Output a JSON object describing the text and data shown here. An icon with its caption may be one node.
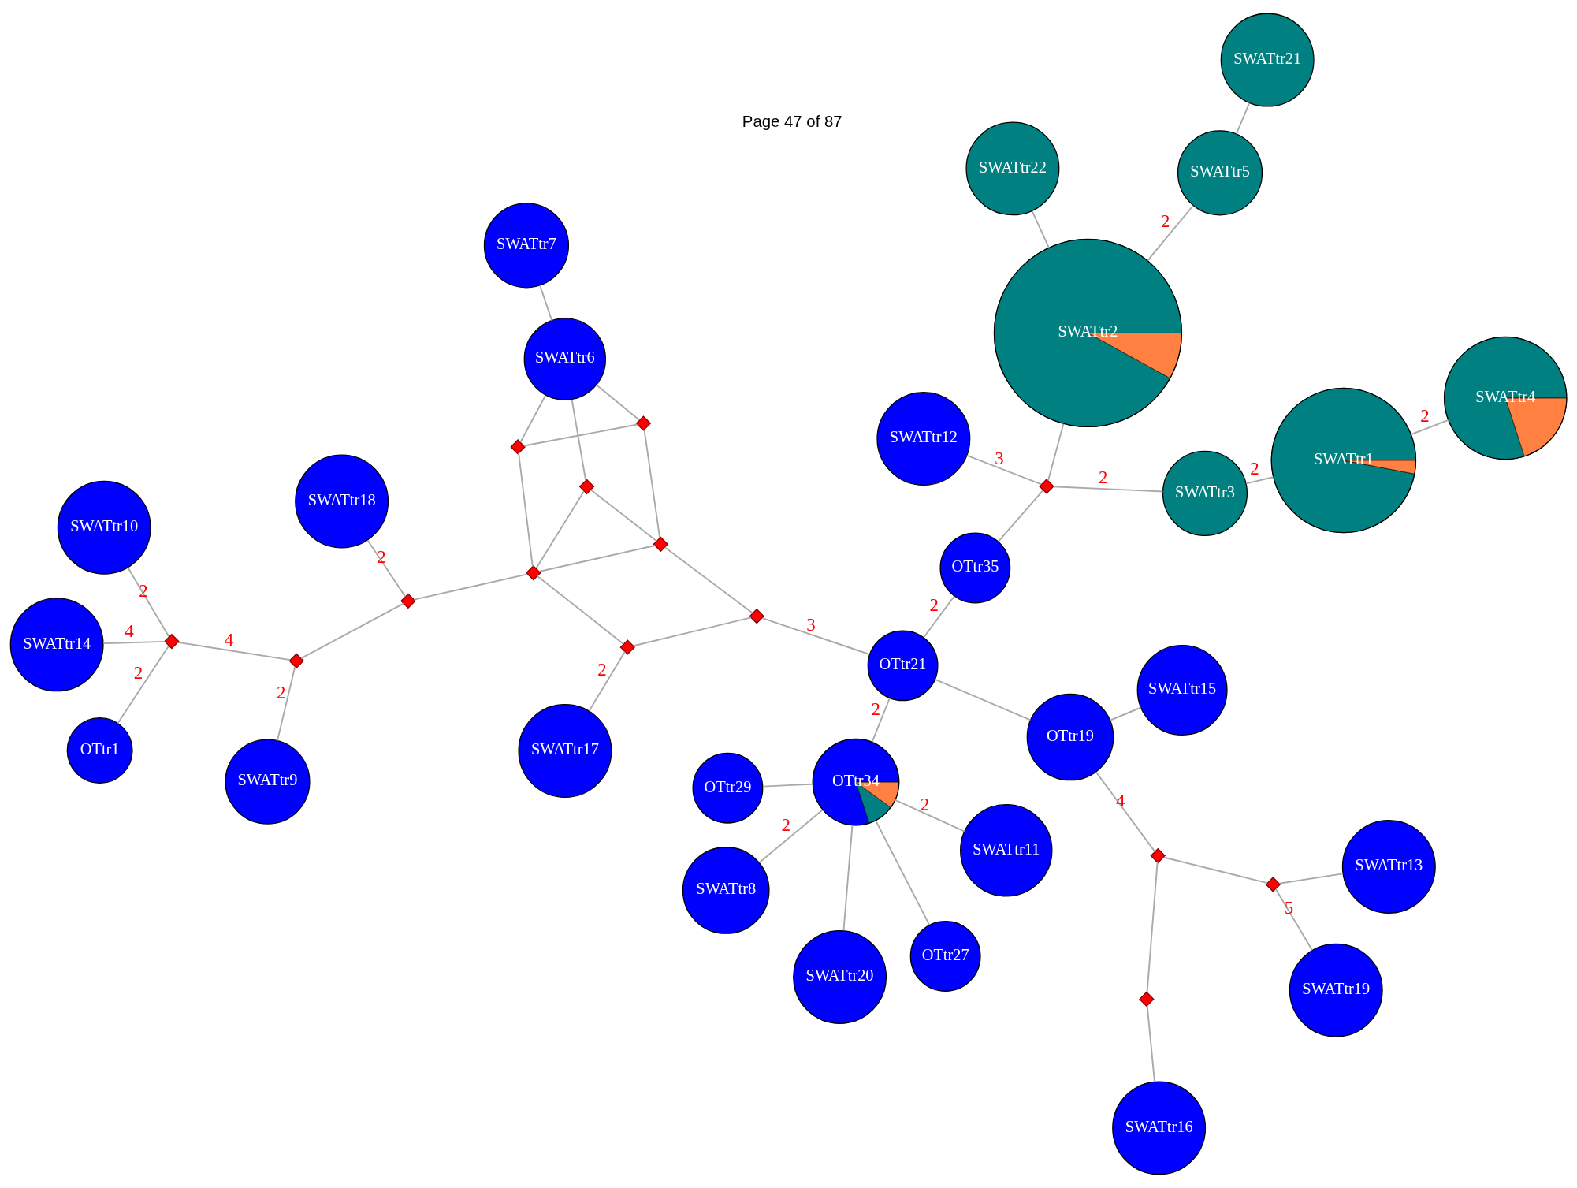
{
  "diagram": {
    "nodes": [
      {
        "text": [
          "SWATtr20"
        ]
      },
      {
        "text": [
          "SWATtr11"
        ]
      },
      {
        "text": [
          "OTtr34"
        ]
      },
      {
        "text": [
          "OTtr29"
        ]
      },
      {
        "text": [
          "SWATtr18"
        ]
      },
      {
        "text": [
          "SWATtr8"
        ]
      },
      {
        "text": [
          "SWATtr17"
        ]
      },
      {
        "text": [
          "SWATtr9"
        ]
      },
      {
        "text": [
          "OTtr27"
        ]
      },
      {
        "text": [
          "OTtr21"
        ]
      },
      {
        "text": [
          "SWATtr15"
        ]
      },
      {
        "text": [
          "SWATtr14"
        ]
      },
      {
        "text": [
          "OTtr19"
        ]
      },
      {
        "text": [
          "OTtr35"
        ]
      },
      {
        "text": [
          "SWATtr6"
        ]
      },
      {
        "text": [
          "OTtr1"
        ]
      },
      {
        "text": [
          "SWATtr19"
        ]
      },
      {
        "text": [
          "SWATtr7"
        ]
      },
      {
        "text": [
          "SWATtr10"
        ]
      },
      {
        "text": [
          "SWATtr2"
        ]
      },
      {
        "text": [
          "SWATtr22"
        ]
      },
      {
        "text": [
          "SWATtr12"
        ]
      },
      {
        "text": [
          "SWATtr3"
        ]
      },
      {
        "text": [
          "SWATtr13"
        ]
      },
      {
        "text": [
          "SWATtr5"
        ]
      },
      {
        "text": [
          "SWATtr16"
        ]
      },
      {
        "text": [
          "SWATtr1"
        ]
      },
      {
        "text": [
          "SWATtr21"
        ]
      },
      {
        "text": [
          "SWATtr4"
        ]
      },
      {
        "text": [],
        "shape": "diamond"
      },
      {
        "text": [],
        "shape": "diamond"
      },
      {
        "text": [],
        "shape": "diamond"
      },
      {
        "text": [],
        "shape": "diamond"
      },
      {
        "text": [],
        "shape": "diamond"
      },
      {
        "text": [],
        "shape": "diamond"
      },
      {
        "text": [],
        "shape": "diamond"
      },
      {
        "text": [],
        "shape": "diamond"
      },
      {
        "text": [],
        "shape": "diamond"
      },
      {
        "text": [],
        "shape": "diamond"
      },
      {
        "text": [],
        "shape": "diamond"
      },
      {
        "text": [],
        "shape": "diamond"
      },
      {
        "text": [],
        "shape": "diamond"
      },
      {
        "text": [],
        "shape": "diamond"
      }
    ],
    "edges": [
      {
        "from": 0,
        "to": 2,
        "arrow": "none"
      },
      {
        "from": 2,
        "to": 1,
        "arrow": "none",
        "label": "2"
      },
      {
        "from": 2,
        "to": 5,
        "arrow": "none",
        "label": "2"
      },
      {
        "from": 2,
        "to": 3,
        "arrow": "none"
      },
      {
        "from": 2,
        "to": 8,
        "arrow": "none"
      },
      {
        "from": 2,
        "to": 9,
        "arrow": "none",
        "label": "2"
      },
      {
        "from": 9,
        "to": 12,
        "arrow": "none"
      },
      {
        "from": 9,
        "to": 32,
        "arrow": "none",
        "label": "3"
      },
      {
        "from": 9,
        "to": 13,
        "arrow": "none",
        "label": "2"
      },
      {
        "from": 10,
        "to": 12,
        "arrow": "none"
      },
      {
        "from": 12,
        "to": 39,
        "arrow": "none",
        "label": "4"
      },
      {
        "from": 32,
        "to": 29,
        "arrow": "none"
      },
      {
        "from": 32,
        "to": 31,
        "arrow": "none"
      },
      {
        "from": 29,
        "to": 6,
        "arrow": "none",
        "label": "2"
      },
      {
        "from": 29,
        "to": 33,
        "arrow": "none"
      },
      {
        "from": 31,
        "to": 33,
        "arrow": "none"
      },
      {
        "from": 31,
        "to": 37,
        "arrow": "none"
      },
      {
        "from": 31,
        "to": 36,
        "arrow": "none"
      },
      {
        "from": 33,
        "to": 35,
        "arrow": "none"
      },
      {
        "from": 37,
        "to": 33,
        "arrow": "none"
      },
      {
        "from": 33,
        "to": 30,
        "arrow": "none"
      },
      {
        "from": 37,
        "to": 14,
        "arrow": "none"
      },
      {
        "from": 36,
        "to": 35,
        "arrow": "none"
      },
      {
        "from": 36,
        "to": 14,
        "arrow": "none"
      },
      {
        "from": 35,
        "to": 14,
        "arrow": "none"
      },
      {
        "from": 30,
        "to": 4,
        "arrow": "none",
        "label": "2"
      },
      {
        "from": 30,
        "to": 34,
        "arrow": "none"
      },
      {
        "from": 34,
        "to": 7,
        "arrow": "none",
        "label": "2"
      },
      {
        "from": 34,
        "to": 38,
        "arrow": "none",
        "label": "4"
      },
      {
        "from": 38,
        "to": 11,
        "arrow": "none",
        "label": "4"
      },
      {
        "from": 38,
        "to": 15,
        "arrow": "none",
        "label": "2"
      },
      {
        "from": 38,
        "to": 18,
        "arrow": "none",
        "label": "2"
      },
      {
        "from": 14,
        "to": 17,
        "arrow": "none"
      },
      {
        "from": 13,
        "to": 40,
        "arrow": "none"
      },
      {
        "from": 40,
        "to": 19,
        "arrow": "none"
      },
      {
        "from": 40,
        "to": 21,
        "arrow": "none",
        "label": "3"
      },
      {
        "from": 40,
        "to": 22,
        "arrow": "none",
        "label": "2"
      },
      {
        "from": 19,
        "to": 20,
        "arrow": "none"
      },
      {
        "from": 19,
        "to": 24,
        "arrow": "none",
        "label": "2"
      },
      {
        "from": 24,
        "to": 27,
        "arrow": "none"
      },
      {
        "from": 22,
        "to": 26,
        "arrow": "none",
        "label": "2"
      },
      {
        "from": 26,
        "to": 28,
        "arrow": "none",
        "label": "2"
      },
      {
        "from": 39,
        "to": 41,
        "arrow": "none"
      },
      {
        "from": 39,
        "to": 42,
        "arrow": "none"
      },
      {
        "from": 41,
        "to": 16,
        "arrow": "none",
        "label": "5"
      },
      {
        "from": 41,
        "to": 23,
        "arrow": "none"
      },
      {
        "from": 42,
        "to": 25,
        "arrow": "none"
      }
    ],
    "labels": [
      "Page 47 of 87"
    ]
  }
}
